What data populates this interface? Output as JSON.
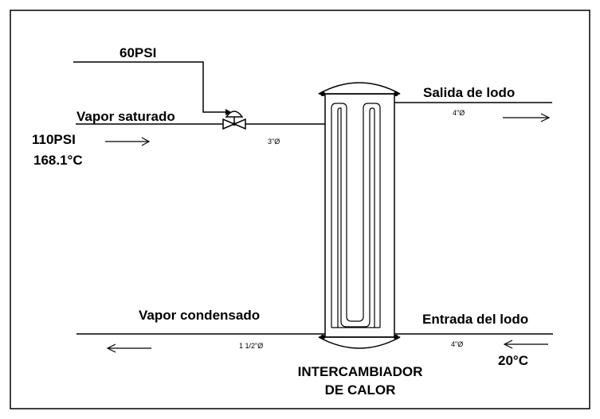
{
  "labels": {
    "control_pressure": "60PSI",
    "steam_inlet": "Vapor saturado",
    "steam_pressure": "110PSI",
    "steam_temperature": "168.1°C",
    "steam_pipe_size": "3\"Ø",
    "sludge_outlet": "Salida de lodo",
    "sludge_outlet_pipe_size": "4\"Ø",
    "condensate_outlet": "Vapor condensado",
    "condensate_pipe_size": "1 1/2\"Ø",
    "sludge_inlet": "Entrada del lodo",
    "sludge_inlet_pipe_size": "4\"Ø",
    "sludge_inlet_temperature": "20°C",
    "exchanger_title_line1": "INTERCAMBIADOR",
    "exchanger_title_line2": "DE CALOR"
  },
  "colors": {
    "line": "#000000",
    "background": "#ffffff"
  }
}
